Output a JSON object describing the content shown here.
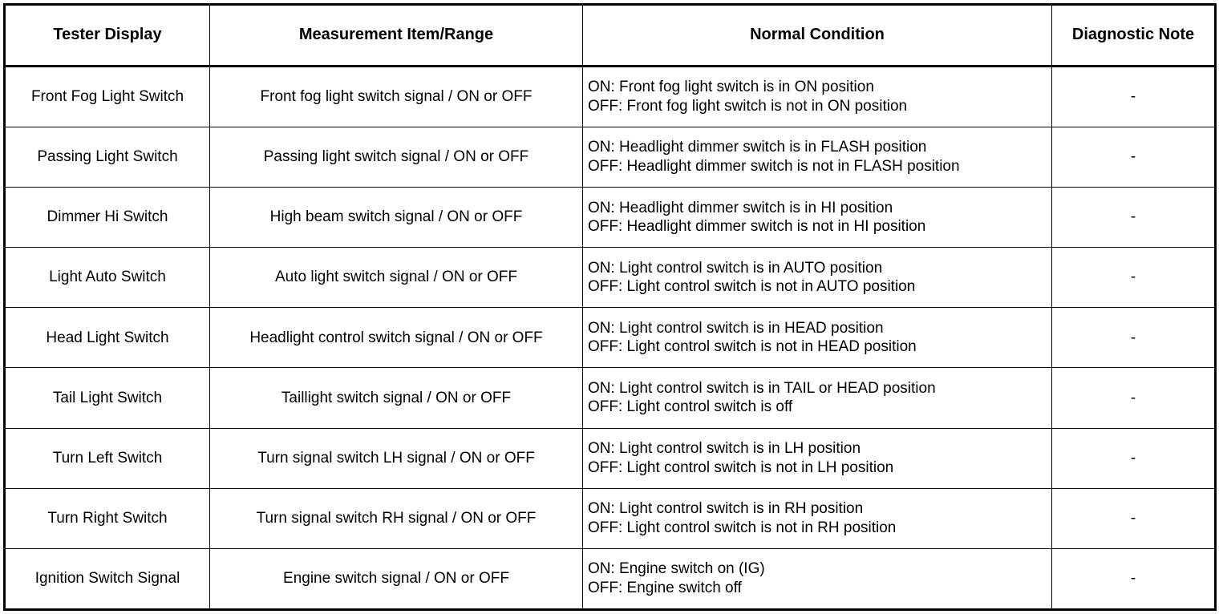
{
  "table": {
    "columns": [
      {
        "key": "tester_display",
        "label": "Tester Display"
      },
      {
        "key": "measurement_item_range",
        "label": "Measurement Item/Range"
      },
      {
        "key": "normal_condition",
        "label": "Normal Condition"
      },
      {
        "key": "diagnostic_note",
        "label": "Diagnostic Note"
      }
    ],
    "header": {
      "col1": "Tester Display",
      "col2": "Measurement Item/Range",
      "col3": "Normal Condition",
      "col4": "Diagnostic Note"
    },
    "rows": [
      {
        "tester_display": "Front Fog Light Switch",
        "measurement_item_range": "Front fog light switch signal / ON or OFF",
        "normal_on": "ON: Front fog light switch is in ON position",
        "normal_off": "OFF: Front fog light switch is not in ON position",
        "diagnostic_note": "-"
      },
      {
        "tester_display": "Passing Light Switch",
        "measurement_item_range": "Passing light switch signal / ON or OFF",
        "normal_on": "ON: Headlight dimmer switch is in FLASH position",
        "normal_off": "OFF: Headlight dimmer switch is not in FLASH position",
        "diagnostic_note": "-"
      },
      {
        "tester_display": "Dimmer Hi Switch",
        "measurement_item_range": "High beam switch signal / ON or OFF",
        "normal_on": "ON: Headlight dimmer switch is in HI position",
        "normal_off": "OFF: Headlight dimmer switch is not in HI position",
        "diagnostic_note": "-"
      },
      {
        "tester_display": "Light Auto Switch",
        "measurement_item_range": "Auto light switch signal / ON or OFF",
        "normal_on": "ON: Light control switch is in AUTO position",
        "normal_off": "OFF: Light control switch is not in AUTO position",
        "diagnostic_note": "-"
      },
      {
        "tester_display": "Head Light Switch",
        "measurement_item_range": "Headlight control switch signal / ON or OFF",
        "normal_on": "ON: Light control switch is in HEAD position",
        "normal_off": "OFF: Light control switch is not in HEAD position",
        "diagnostic_note": "-"
      },
      {
        "tester_display": "Tail Light Switch",
        "measurement_item_range": "Taillight switch signal / ON or OFF",
        "normal_on": "ON: Light control switch is in TAIL or HEAD position",
        "normal_off": "OFF: Light control switch is off",
        "diagnostic_note": "-"
      },
      {
        "tester_display": "Turn Left Switch",
        "measurement_item_range": "Turn signal switch LH signal / ON or OFF",
        "normal_on": "ON: Light control switch is in LH position",
        "normal_off": "OFF: Light control switch is not in LH position",
        "diagnostic_note": "-"
      },
      {
        "tester_display": "Turn Right Switch",
        "measurement_item_range": "Turn signal switch RH signal / ON or OFF",
        "normal_on": "ON: Light control switch is in RH position",
        "normal_off": "OFF: Light control switch is not in RH position",
        "diagnostic_note": "-"
      },
      {
        "tester_display": "Ignition Switch Signal",
        "measurement_item_range": "Engine switch signal / ON or OFF",
        "normal_on": "ON: Engine switch on (IG)",
        "normal_off": "OFF: Engine switch off",
        "diagnostic_note": "-"
      }
    ]
  },
  "colors": {
    "border": "#000000",
    "text": "#000000",
    "background": "#ffffff"
  }
}
